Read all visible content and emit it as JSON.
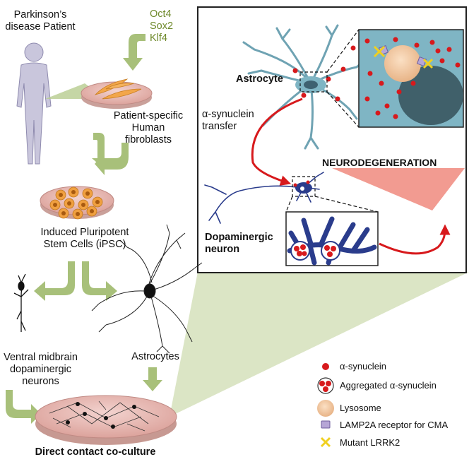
{
  "left": {
    "patient_label": "Parkinson’s\ndisease Patient",
    "factors": [
      "Oct4",
      "Sox2",
      "Klf4"
    ],
    "fibroblasts_label": "Patient-specific\nHuman\nfibroblasts",
    "ipsc_label": "Induced Pluripotent\nStem Cells (iPSC)",
    "dopaminergic_label": "Ventral midbrain\ndopaminergic\nneurons",
    "astrocytes_label": "Astrocytes",
    "coculture_label": "Direct contact co-culture"
  },
  "panel": {
    "astrocyte_label": "Astrocyte",
    "transfer_label": "α-synuclein\ntransfer",
    "neurodegeneration_label": "NEURODEGENERATION",
    "neuron_label": "Dopaminergic\nneuron"
  },
  "legend": {
    "items": [
      {
        "icon": "red-dot-icon",
        "label": "α-synuclein"
      },
      {
        "icon": "aggregate-icon",
        "label": "Aggregated α-synuclein"
      },
      {
        "icon": "lysosome-icon",
        "label": "Lysosome"
      },
      {
        "icon": "receptor-icon",
        "label": "LAMP2A receptor for CMA"
      },
      {
        "icon": "x-mark-icon",
        "label": "Mutant LRRK2"
      }
    ]
  },
  "colors": {
    "accent_green": "#a8c07a",
    "dark_green_text": "#6f8a2c",
    "synuclein_red": "#d7191c",
    "astrocyte_blue": "#7fb5c4",
    "neuron_navy": "#2a3c8c",
    "lysosome_peach": "#f1c79f",
    "dish_pink": "#e8b8b2",
    "cell_orange": "#f0a040"
  }
}
